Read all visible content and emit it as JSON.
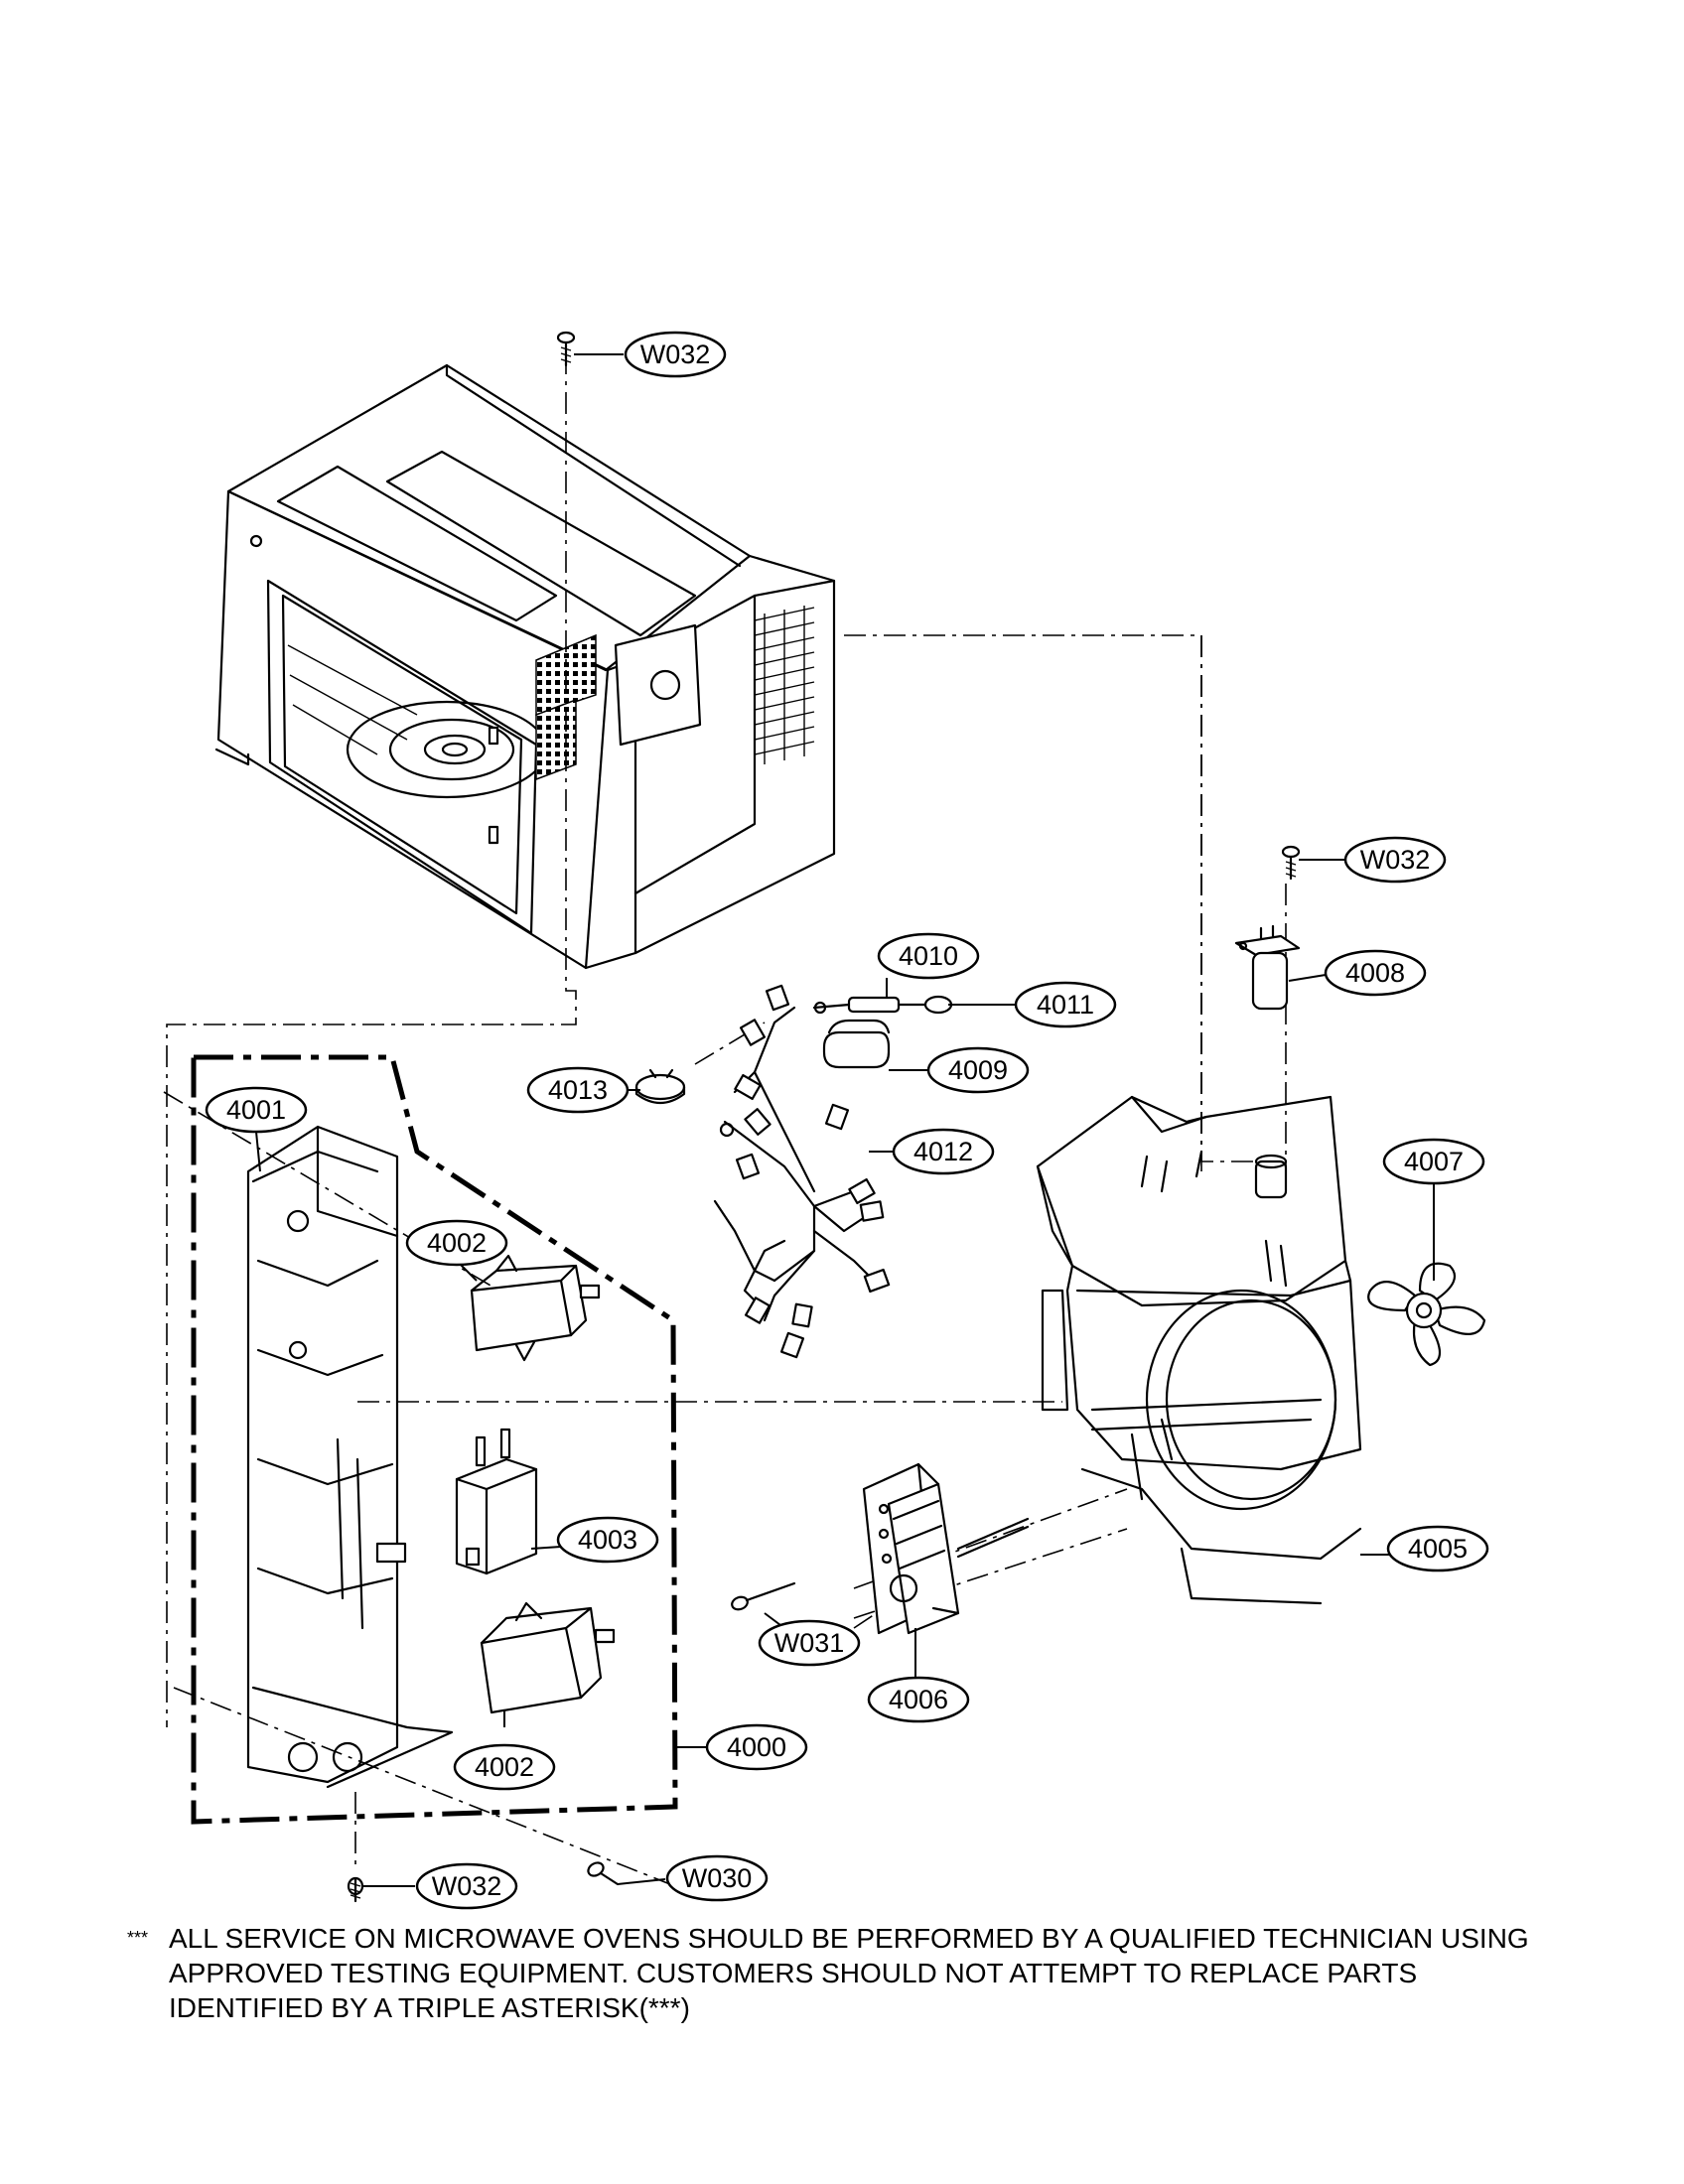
{
  "callouts": {
    "w032_top": "W032",
    "w032_right": "W032",
    "w032_bottom": "W032",
    "w030": "W030",
    "w031": "W031",
    "p4000": "4000",
    "p4001": "4001",
    "p4002_top": "4002",
    "p4002_bottom": "4002",
    "p4003": "4003",
    "p4005": "4005",
    "p4006": "4006",
    "p4007": "4007",
    "p4008": "4008",
    "p4009": "4009",
    "p4010": "4010",
    "p4011": "4011",
    "p4012": "4012",
    "p4013": "4013"
  },
  "note": {
    "marker": "***",
    "line1": "ALL SERVICE ON MICROWAVE OVENS SHOULD BE PERFORMED BY A QUALIFIED TECHNICIAN USING",
    "line2": "APPROVED TESTING EQUIPMENT. CUSTOMERS SHOULD NOT ATTEMPT TO REPLACE PARTS",
    "line3": "IDENTIFIED BY A TRIPLE ASTERISK(***)"
  }
}
